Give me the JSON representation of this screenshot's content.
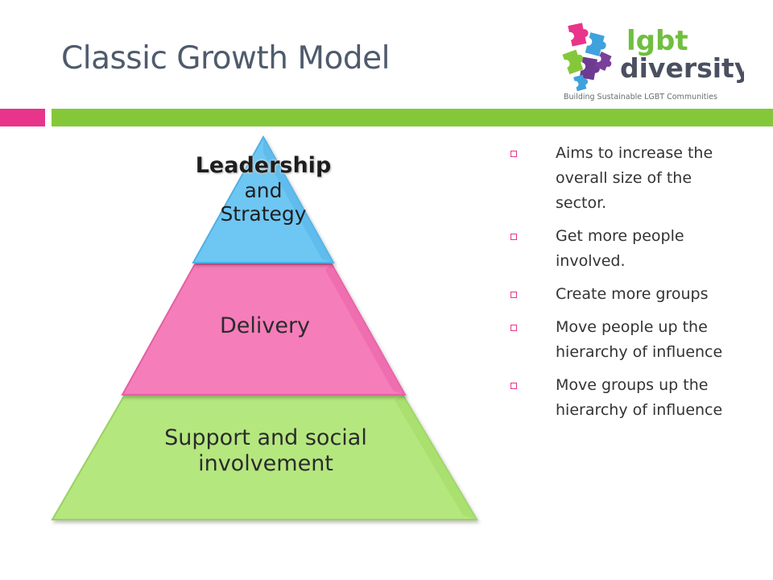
{
  "title": "Classic Growth Model",
  "colors": {
    "title": "#4f5b6d",
    "accent_pink": "#e8348a",
    "accent_green": "#84c83a",
    "tier_top": "#6ec6f2",
    "tier_middle": "#f57dba",
    "tier_bottom": "#b5e77f"
  },
  "logo": {
    "line1": "lgbt",
    "line2": "diversity",
    "tagline": "Building Sustainable LGBT Communities"
  },
  "pyramid": {
    "top": {
      "line1": "Leadership",
      "line2": "and",
      "line3": "Strategy"
    },
    "middle": {
      "label": "Delivery"
    },
    "bottom": {
      "line1": "Support and social",
      "line2": "involvement"
    }
  },
  "bullets": [
    "Aims to increase the overall size of the sector.",
    "Get more people involved.",
    "Create more groups",
    "Move people up the hierarchy of influence",
    "Move groups up the hierarchy of influence"
  ],
  "bullet_icon": "hollow-square-icon"
}
